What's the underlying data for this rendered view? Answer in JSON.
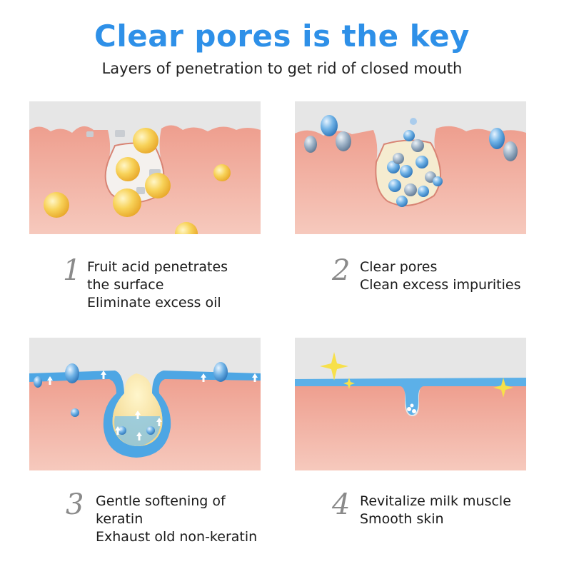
{
  "header": {
    "title": "Clear pores is the key",
    "subtitle": "Layers of penetration to get rid of closed mouth"
  },
  "steps": [
    {
      "number": "1",
      "lines": [
        "Fruit acid penetrates",
        "the surface",
        "Eliminate excess oil"
      ]
    },
    {
      "number": "2",
      "lines": [
        "Clear pores",
        "Clean excess impurities"
      ]
    },
    {
      "number": "3",
      "lines": [
        "Gentle softening of",
        "keratin",
        "Exhaust old non-keratin"
      ]
    },
    {
      "number": "4",
      "lines": [
        "Revitalize milk muscle",
        "Smooth skin"
      ]
    }
  ],
  "colors": {
    "title": "#2e90e8",
    "skin": "#f2b3a3",
    "skin_dark": "#e99d8d",
    "background_panel": "#e6e6e6",
    "acid_bubble": "#f7c948",
    "water_bubble": "#5fa4dc",
    "water_layer": "#5cb0e8",
    "sparkle": "#f7e04a"
  }
}
